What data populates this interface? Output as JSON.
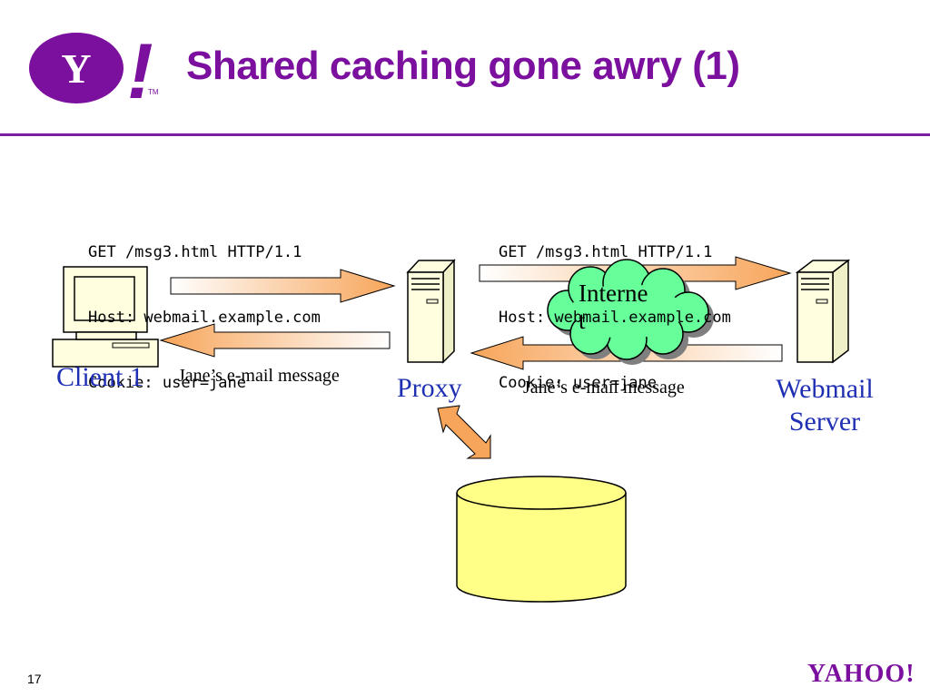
{
  "slide": {
    "title": "Shared caching gone awry (1)",
    "number": "17"
  },
  "logo": {
    "letter": "Y",
    "exclaim": "!",
    "trademark": "TM",
    "footer_wordmark": "YAHOO!"
  },
  "requests": {
    "client_to_proxy": {
      "line1": "GET /msg3.html HTTP/1.1",
      "line2": "Host: webmail.example.com",
      "line3": "Cookie: user=jane"
    },
    "proxy_to_server": {
      "line1": "GET /msg3.html HTTP/1.1",
      "line2": "Host: webmail.example.com",
      "line3": "Cookie: user=jane"
    }
  },
  "responses": {
    "proxy_to_client": "Jane’s e-mail message",
    "server_to_proxy": "Jane’s e-mail message"
  },
  "nodes": {
    "client": "Client 1",
    "proxy": "Proxy",
    "server_line1": "Webmail",
    "server_line2": "Server",
    "internet_line1": "Interne",
    "internet_line2": "t"
  },
  "colors": {
    "brand_purple": "#7b0f9e",
    "node_label_blue": "#1f2fb3",
    "arrow_orange": "#f7a55a",
    "cloud_green": "#66ff99",
    "cache_yellow": "#ffff88"
  }
}
